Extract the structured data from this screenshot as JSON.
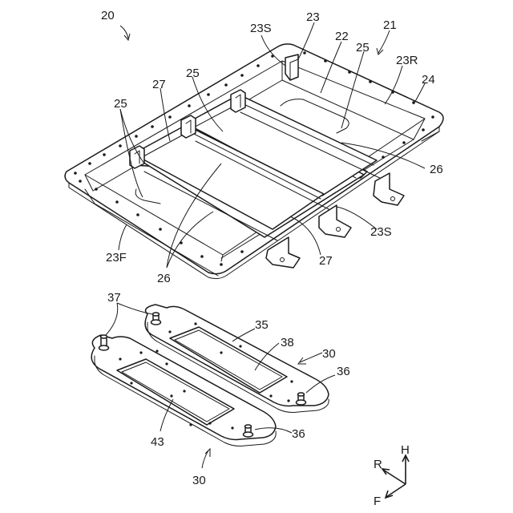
{
  "labels": {
    "assembly_top": "20",
    "tray": "21",
    "floor": "22",
    "rear_wall_top": "23",
    "side_wall_upper": "23S",
    "side_wall_lower": "23S",
    "rear_wall": "23R",
    "front_wall": "23F",
    "flange": "24",
    "bracket_top_a": "25",
    "bracket_top_b": "25",
    "bracket_left": "25",
    "bracket_right": "25",
    "beam_upper": "27",
    "beam_lower": "27",
    "rib_right": "26",
    "rib_lower": "26",
    "plate": "35",
    "pin_left": "37",
    "module_upper": "38",
    "module_lower": "43",
    "pin_right_upper": "36",
    "pin_right_lower": "36",
    "assembly_right": "30",
    "assembly_bottom": "30"
  },
  "axes": {
    "up": "H",
    "rear": "R",
    "front": "F"
  }
}
